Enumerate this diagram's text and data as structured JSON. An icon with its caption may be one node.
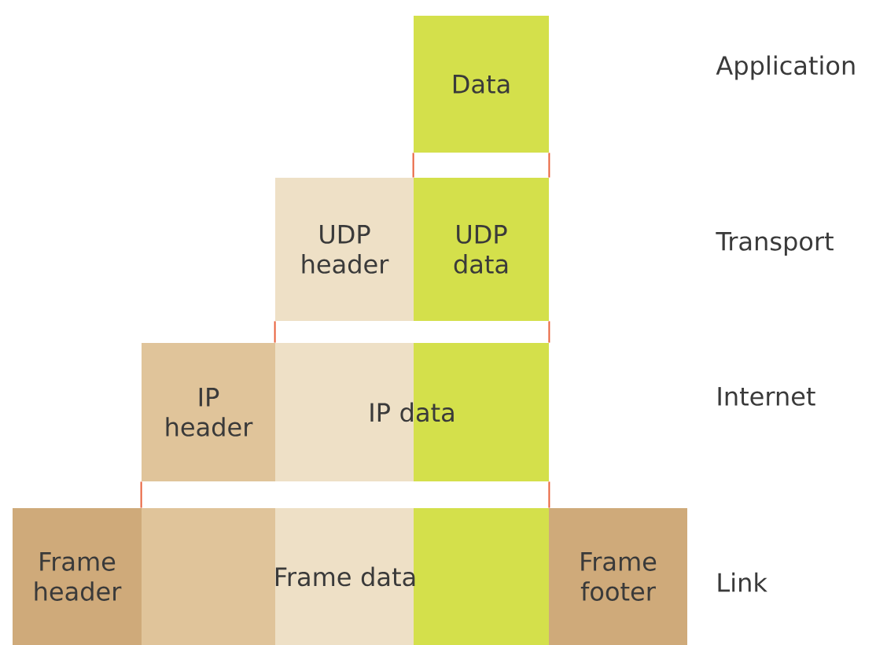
{
  "diagram": {
    "nodes": [
      {
        "text": [
          "Data"
        ]
      },
      {
        "text": [
          "UDP header"
        ]
      },
      {
        "text": [
          "UDP data"
        ]
      },
      {
        "text": [
          "IP header"
        ]
      },
      {
        "text": [
          "IP data"
        ]
      },
      {
        "text": [
          "Frame header"
        ]
      },
      {
        "text": [
          "Frame data"
        ]
      },
      {
        "text": [
          "Frame footer"
        ]
      }
    ],
    "edges": [
      {
        "from": 0,
        "to": 2,
        "arrow": "none"
      },
      {
        "from": 0,
        "to": 2,
        "arrow": "none"
      },
      {
        "from": 1,
        "to": 4,
        "arrow": "none"
      },
      {
        "from": 2,
        "to": 4,
        "arrow": "none"
      },
      {
        "from": 3,
        "to": 6,
        "arrow": "none"
      },
      {
        "from": 4,
        "to": 6,
        "arrow": "none"
      }
    ],
    "labels": [
      "Application",
      "Transport",
      "Internet",
      "Link"
    ]
  }
}
